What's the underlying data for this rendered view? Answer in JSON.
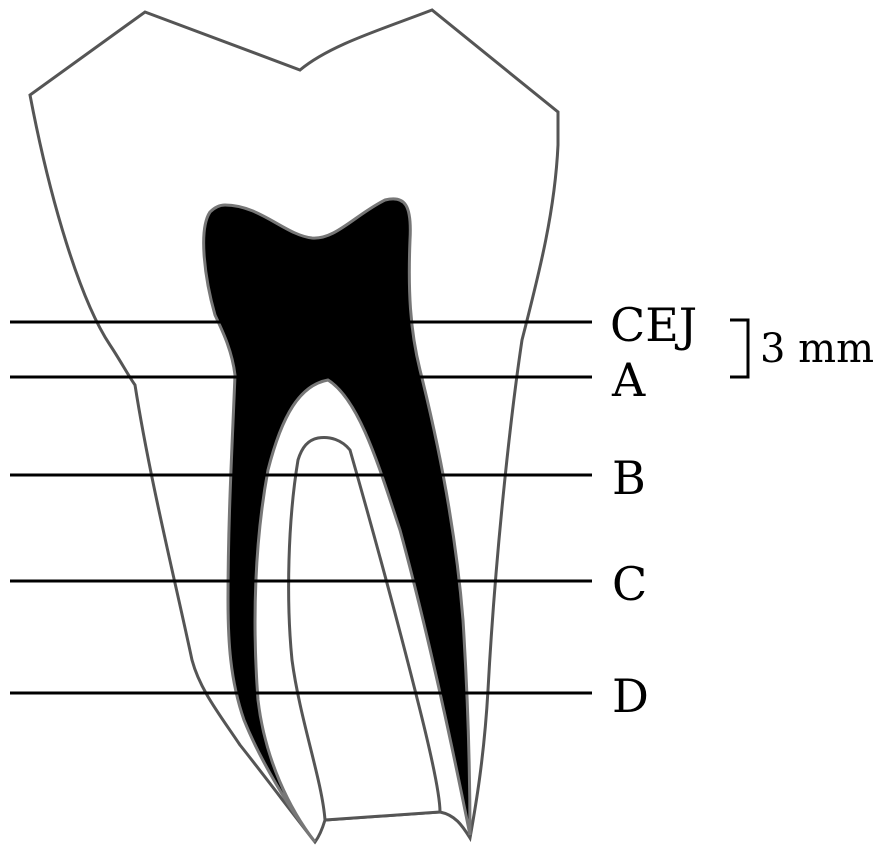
{
  "labels": {
    "cej": "CEJ",
    "a": "A",
    "b": "B",
    "c": "C",
    "d": "D",
    "distance": "3 mm"
  },
  "colors": {
    "outline": "#555555",
    "pulp": "#000000",
    "line": "#000000",
    "background": "#ffffff"
  }
}
